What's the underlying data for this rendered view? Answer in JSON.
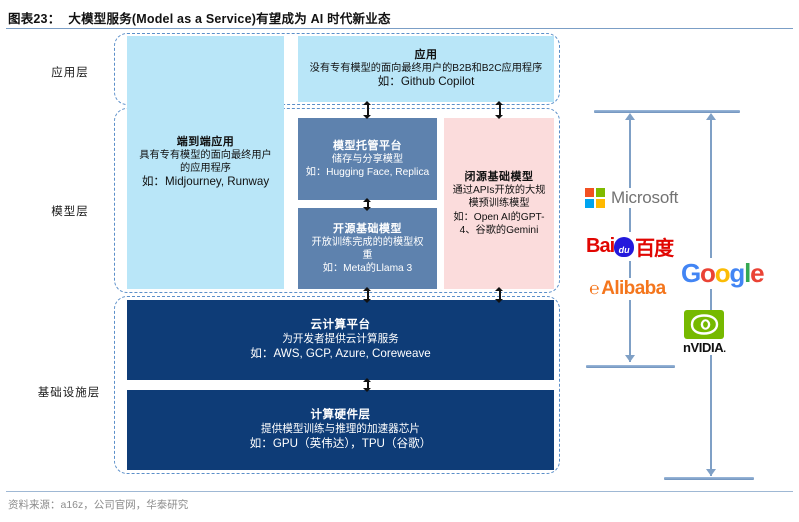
{
  "header": {
    "exhibit_no": "图表23：",
    "title": "大模型服务(Model as a Service)有望成为 AI 时代新业态"
  },
  "footer": {
    "source": "资料来源：a16z，公司官网，华泰研究"
  },
  "layers": [
    {
      "key": "application",
      "label": "应用层"
    },
    {
      "key": "model",
      "label": "模型层"
    },
    {
      "key": "infrastructure",
      "label": "基础设施层"
    }
  ],
  "boxes": {
    "application": {
      "title": "应用",
      "desc": "没有专有模型的面向最终用户的B2B和B2C应用程序",
      "example": "如：Github Copilot"
    },
    "end_to_end": {
      "title": "端到端应用",
      "desc": "具有专有模型的面向最终用户的应用程序",
      "example": "如：Midjourney, Runway"
    },
    "model_hosting": {
      "title": "模型托管平台",
      "desc": "储存与分享模型",
      "example": "如：Hugging Face, Replica"
    },
    "open_source_model": {
      "title": "开源基础模型",
      "desc": "开放训练完成的的模型权重",
      "example": "如：Meta的Llama 3"
    },
    "closed_source_model": {
      "title": "闭源基础模型",
      "desc": "通过APIs开放的大规模预训练模型",
      "example": "如：Open AI的GPT-4、谷歌的Gemini"
    },
    "cloud_platform": {
      "title": "云计算平台",
      "desc": "为开发者提供云计算服务",
      "example": "如：AWS, GCP, Azure, Coreweave"
    },
    "compute_hardware": {
      "title": "计算硬件层",
      "desc": "提供模型训练与推理的加速器芯片",
      "example": "如：GPU（英伟达），TPU（谷歌）"
    }
  },
  "logos": [
    {
      "key": "microsoft",
      "label": "Microsoft"
    },
    {
      "key": "baidu",
      "label": "Bai du 百度"
    },
    {
      "key": "alibaba",
      "label": "Alibaba"
    },
    {
      "key": "google",
      "label": "Google"
    },
    {
      "key": "nvidia",
      "label": "NVIDIA"
    }
  ],
  "colors": {
    "light_blue": "#b9e6f8",
    "mid_blue": "#5e82ae",
    "pink": "#fbdcdc",
    "navy": "#0e3c77",
    "dashed_border": "#5b8fc9",
    "arrow_blue": "#7fa0c6"
  }
}
